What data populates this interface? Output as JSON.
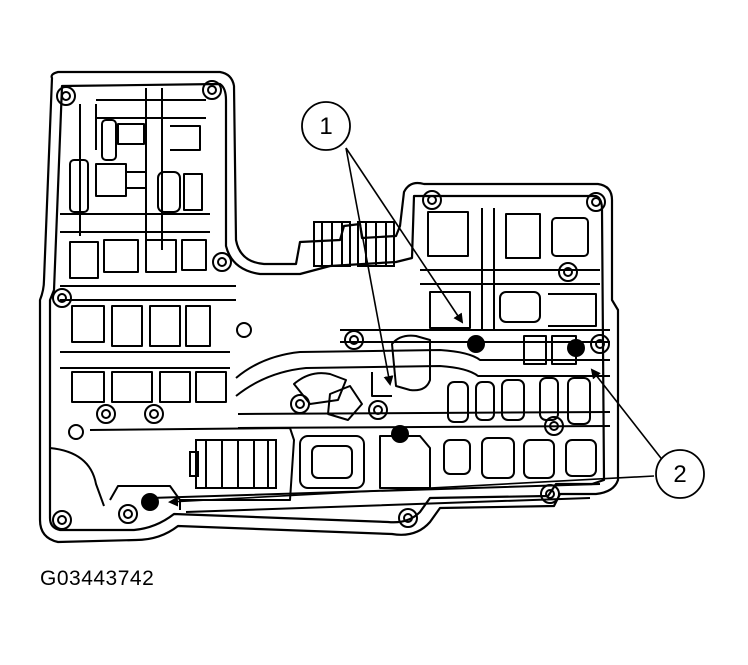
{
  "figure": {
    "code": "G03443742",
    "callouts": [
      {
        "number": "1",
        "meaning": ""
      },
      {
        "number": "2",
        "meaning": ""
      }
    ]
  }
}
